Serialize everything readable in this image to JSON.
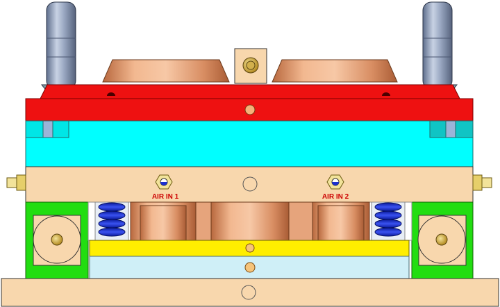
{
  "labels": {
    "air_in_1": "AIR IN 1",
    "air_in_2": "AIR IN 2"
  },
  "colors": {
    "top_plate": "#ee1111",
    "cyan_plate": "#00ffff",
    "peach_plate": "#f8d7ad",
    "side_block": "#22dd11",
    "yellow_plate": "#ffee00",
    "light_plate": "#cfeff7",
    "base_plate": "#f8d7ad",
    "spring": "#1a2fd0",
    "copper": "#e8a27a",
    "guide_post": "#8c9cb8",
    "label": "#cc0000"
  },
  "parts": {
    "guide_posts": [
      "left-guide-post",
      "right-guide-post"
    ],
    "air_fittings": [
      "air-fitting-1",
      "air-fitting-2"
    ],
    "springs": [
      "left-spring",
      "right-spring"
    ],
    "side_wheels": [
      "left-wheel",
      "right-wheel"
    ]
  }
}
